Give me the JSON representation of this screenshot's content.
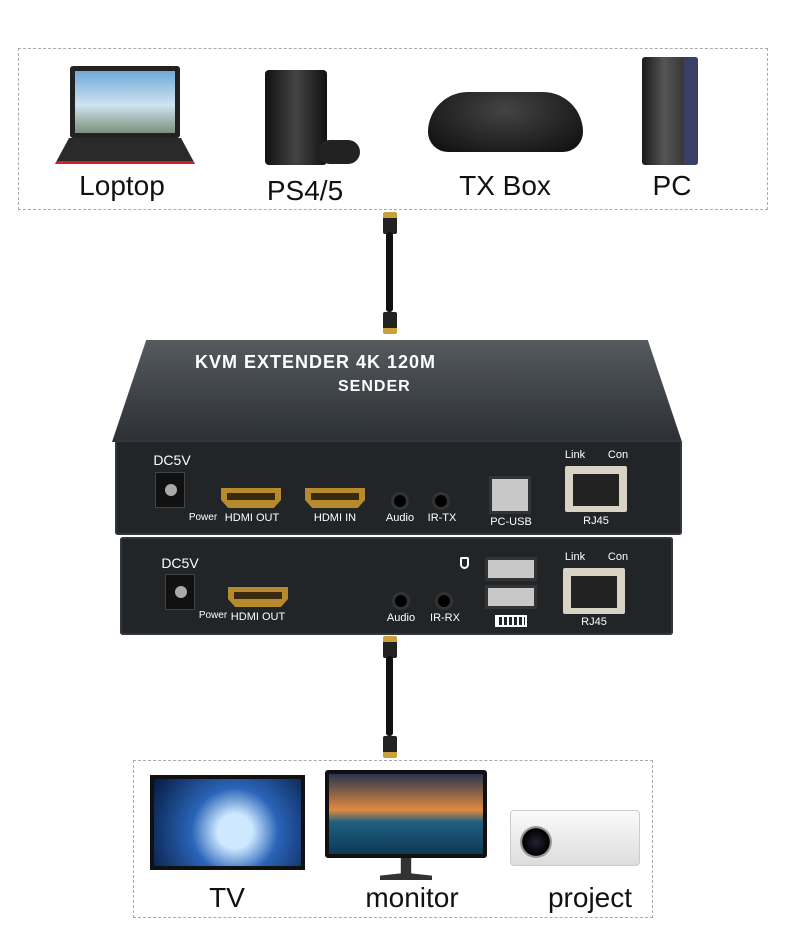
{
  "sources": {
    "items": [
      {
        "label": "Loptop"
      },
      {
        "label": "PS4/5"
      },
      {
        "label": "TX Box"
      },
      {
        "label": "PC"
      }
    ]
  },
  "sender": {
    "title": "KVM EXTENDER 4K 120M",
    "subtitle": "SENDER",
    "ports": {
      "dc": "DC5V",
      "power": "Power",
      "hdmi_out": "HDMI OUT",
      "hdmi_in": "HDMI IN",
      "audio": "Audio",
      "ir": "IR-TX",
      "usb": "PC-USB",
      "link": "Link",
      "con": "Con",
      "rj45": "RJ45"
    }
  },
  "receiver": {
    "ports": {
      "dc": "DC5V",
      "power": "Power",
      "hdmi_out": "HDMI OUT",
      "audio": "Audio",
      "ir": "IR-RX",
      "link": "Link",
      "con": "Con",
      "rj45": "RJ45"
    }
  },
  "displays": {
    "items": [
      {
        "label": "TV"
      },
      {
        "label": "monitor"
      },
      {
        "label": "project"
      }
    ]
  }
}
